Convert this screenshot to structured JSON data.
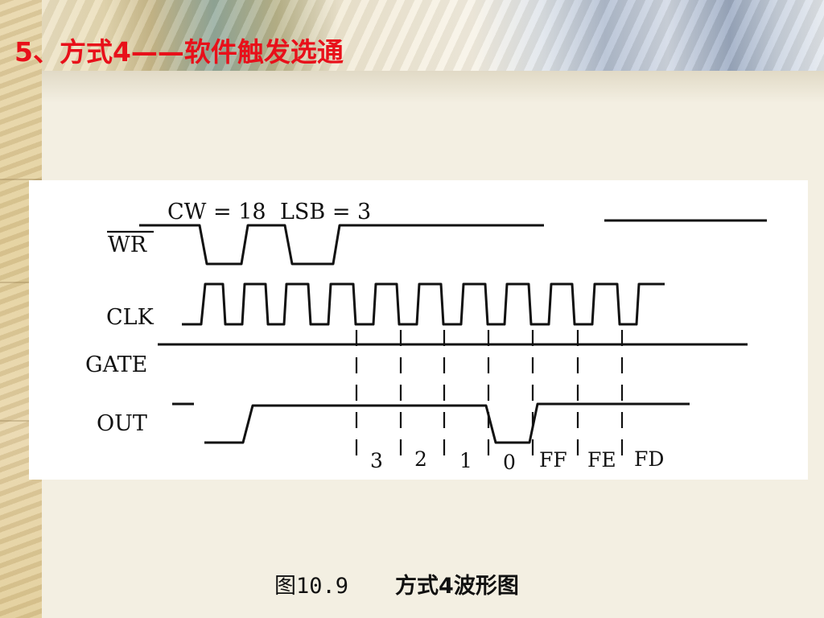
{
  "slide": {
    "title": "5、方式4——软件触发选通",
    "caption": {
      "figure_number": "图10.9",
      "description": "方式4波形图"
    }
  },
  "diagram": {
    "signals": [
      "WR",
      "CLK",
      "GATE",
      "OUT"
    ],
    "write_labels": {
      "control_word": "CW = 18",
      "lsb": "LSB = 3"
    },
    "count_values": [
      "3",
      "2",
      "1",
      "0",
      "FF",
      "FE",
      "FD"
    ]
  },
  "colors": {
    "title": "#e8101a",
    "ink": "#111111",
    "panel": "#ffffff"
  }
}
